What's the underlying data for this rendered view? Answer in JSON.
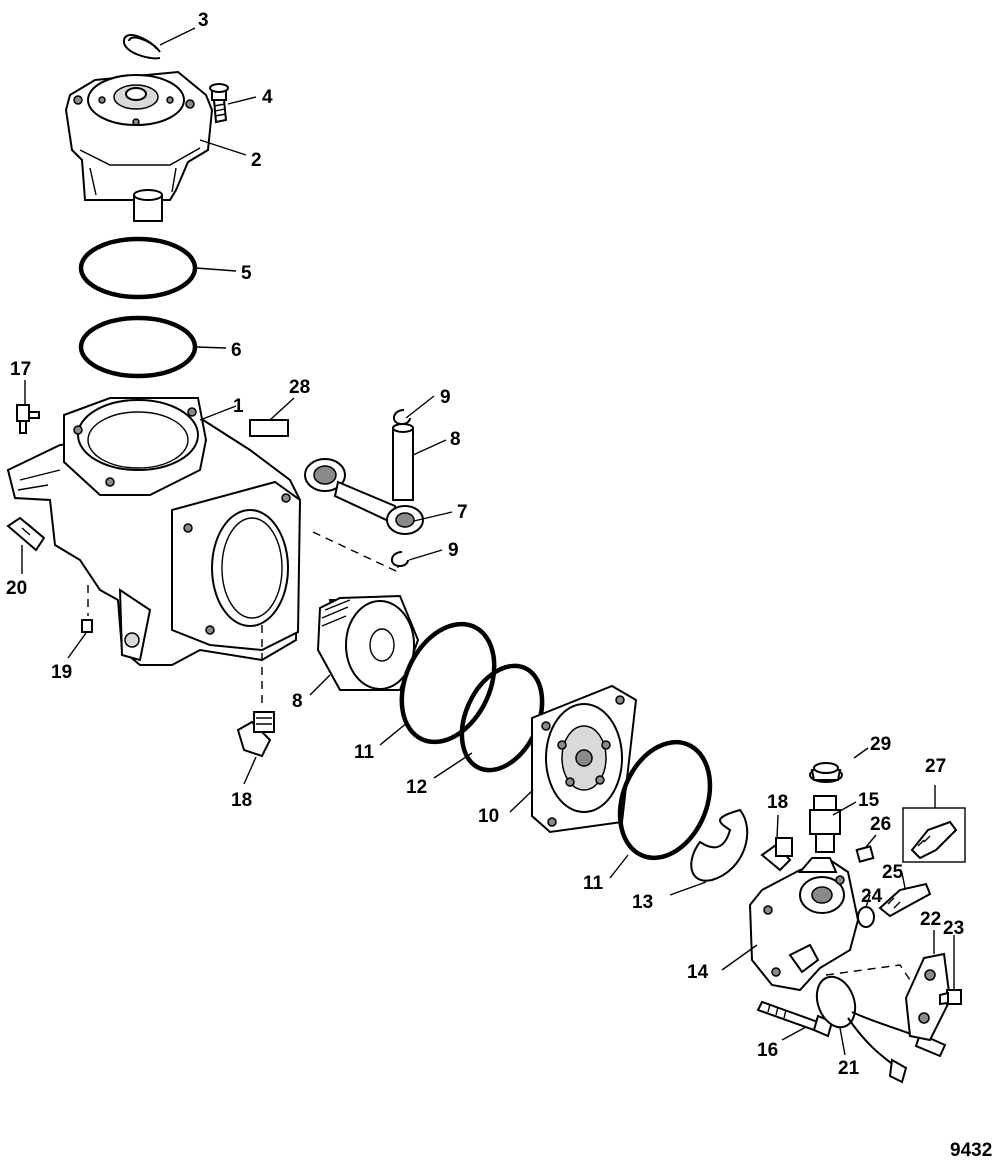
{
  "figure": {
    "number": "9432"
  },
  "callouts": {
    "c1": "1",
    "c2": "2",
    "c3": "3",
    "c4": "4",
    "c5": "5",
    "c6": "6",
    "c7": "7",
    "c8a": "8",
    "c8b": "8",
    "c9a": "9",
    "c9b": "9",
    "c10": "10",
    "c11a": "11",
    "c11b": "11",
    "c12": "12",
    "c13": "13",
    "c14": "14",
    "c15": "15",
    "c16": "16",
    "c17": "17",
    "c18a": "18",
    "c18b": "18",
    "c19": "19",
    "c20": "20",
    "c21": "21",
    "c22": "22",
    "c23": "23",
    "c24": "24",
    "c25": "25",
    "c26": "26",
    "c27": "27",
    "c28": "28",
    "c29": "29"
  }
}
